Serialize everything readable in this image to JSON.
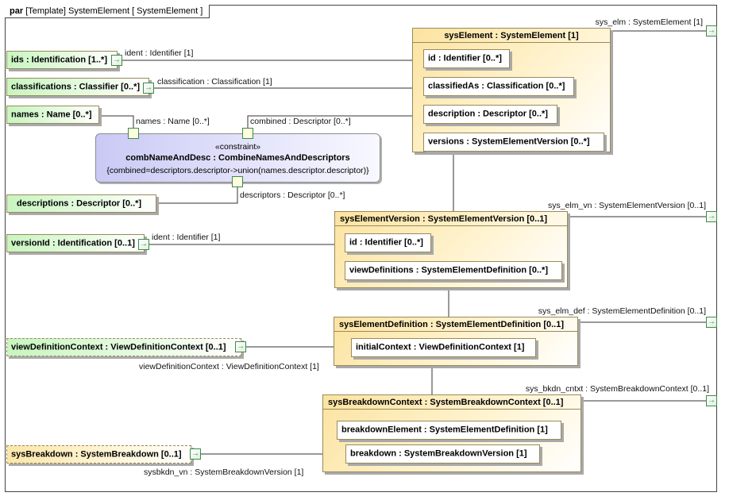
{
  "frame": {
    "kind": "par",
    "title": "[Template] SystemElement [ SystemElement ]"
  },
  "colors": {
    "input_part_fill": "#c8f5c0",
    "block_fill": "#fbe3a0",
    "constraint_fill": "#c9c9f5",
    "port_border": "#3f8a4a",
    "border": "#9a8a5a"
  },
  "inputs": {
    "ids": "ids : Identification [1..*]",
    "classifications": "classifications : Classifier [0..*]",
    "names": "names : Name [0..*]",
    "descriptions": "descriptions : Descriptor [0..*]",
    "versionId": "versionId : Identification [0..1]",
    "viewDefinitionContext": "viewDefinitionContext : ViewDefinitionContext [0..1]",
    "sysBreakdown": "sysBreakdown : SystemBreakdown [0..1]"
  },
  "connector_labels": {
    "ids_ident": "ident : Identifier [1]",
    "classification": "classification : Classification [1]",
    "names": "names : Name [0..*]",
    "combined": "combined : Descriptor [0..*]",
    "descriptors": "descriptors : Descriptor [0..*]",
    "versionId_ident": "ident : Identifier [1]",
    "viewDefinitionContext": "viewDefinitionContext : ViewDefinitionContext [1]",
    "sysbkdn_vn": "sysbkdn_vn : SystemBreakdownVersion [1]"
  },
  "outputs": {
    "sys_elm": "sys_elm : SystemElement [1]",
    "sys_elm_vn": "sys_elm_vn : SystemElementVersion [0..1]",
    "sys_elm_def": "sys_elm_def : SystemElementDefinition [0..1]",
    "sys_bkdn_cntxt": "sys_bkdn_cntxt : SystemBreakdownContext [0..1]"
  },
  "constraint": {
    "stereotype": "«constraint»",
    "name": "combNameAndDesc : CombineNamesAndDescriptors",
    "expression": "{combined=descriptors.descriptor->union(names.descriptor.descriptor)}"
  },
  "blocks": {
    "sysElement": {
      "title": "sysElement : SystemElement [1]",
      "parts": [
        "id : Identifier [0..*]",
        "classifiedAs : Classification [0..*]",
        "description : Descriptor [0..*]",
        "versions : SystemElementVersion [0..*]"
      ]
    },
    "sysElementVersion": {
      "title": "sysElementVersion : SystemElementVersion [0..1]",
      "parts": [
        "id : Identifier [0..*]",
        "viewDefinitions : SystemElementDefinition [0..*]"
      ]
    },
    "sysElementDefinition": {
      "title": "sysElementDefinition : SystemElementDefinition [0..1]",
      "parts": [
        "initialContext : ViewDefinitionContext [1]"
      ]
    },
    "sysBreakdownContext": {
      "title": "sysBreakdownContext : SystemBreakdownContext [0..1]",
      "parts": [
        "breakdownElement : SystemElementDefinition [1]",
        "breakdown : SystemBreakdownVersion [1]"
      ]
    }
  },
  "icons": {
    "port_arrow": "→"
  }
}
